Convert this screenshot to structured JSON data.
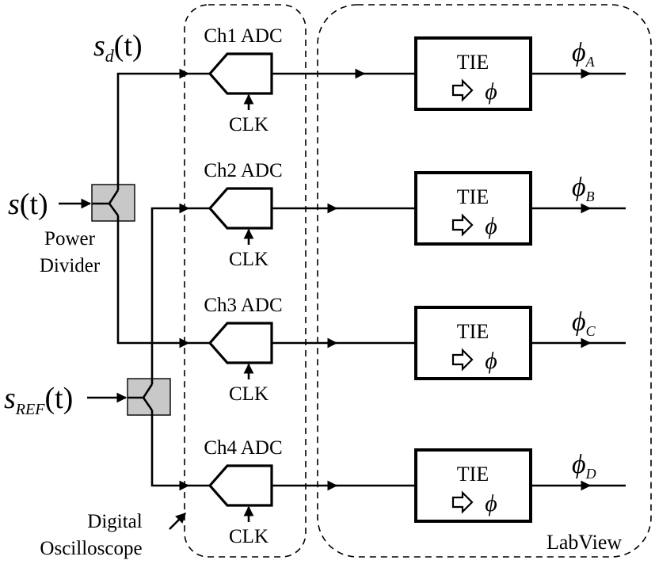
{
  "signals": {
    "input": {
      "main": "s",
      "arg": "(t)"
    },
    "split": {
      "main": "s",
      "sub": "d",
      "arg": "(t)"
    },
    "reference": {
      "main": "s",
      "sub": "REF",
      "arg": "(t)"
    }
  },
  "power_divider": {
    "line1": "Power",
    "line2": "Divider"
  },
  "oscilloscope": {
    "line1": "Digital",
    "line2": "Oscilloscope"
  },
  "labview": {
    "label": "LabView"
  },
  "channels": [
    {
      "adc": "Ch1 ADC",
      "clk": "CLK",
      "tie": "TIE",
      "phi": "ϕ",
      "out_sub": "A"
    },
    {
      "adc": "Ch2 ADC",
      "clk": "CLK",
      "tie": "TIE",
      "phi": "ϕ",
      "out_sub": "B"
    },
    {
      "adc": "Ch3 ADC",
      "clk": "CLK",
      "tie": "TIE",
      "phi": "ϕ",
      "out_sub": "C"
    },
    {
      "adc": "Ch4 ADC",
      "clk": "CLK",
      "tie": "TIE",
      "phi": "ϕ",
      "out_sub": "D"
    }
  ],
  "colors": {
    "line": "#000000",
    "divider_fill": "#c8c8c8",
    "background": "#ffffff"
  },
  "icons": {
    "tie_arrow": "hollow-right-arrow-icon",
    "clk_arrow": "up-arrow-icon"
  }
}
